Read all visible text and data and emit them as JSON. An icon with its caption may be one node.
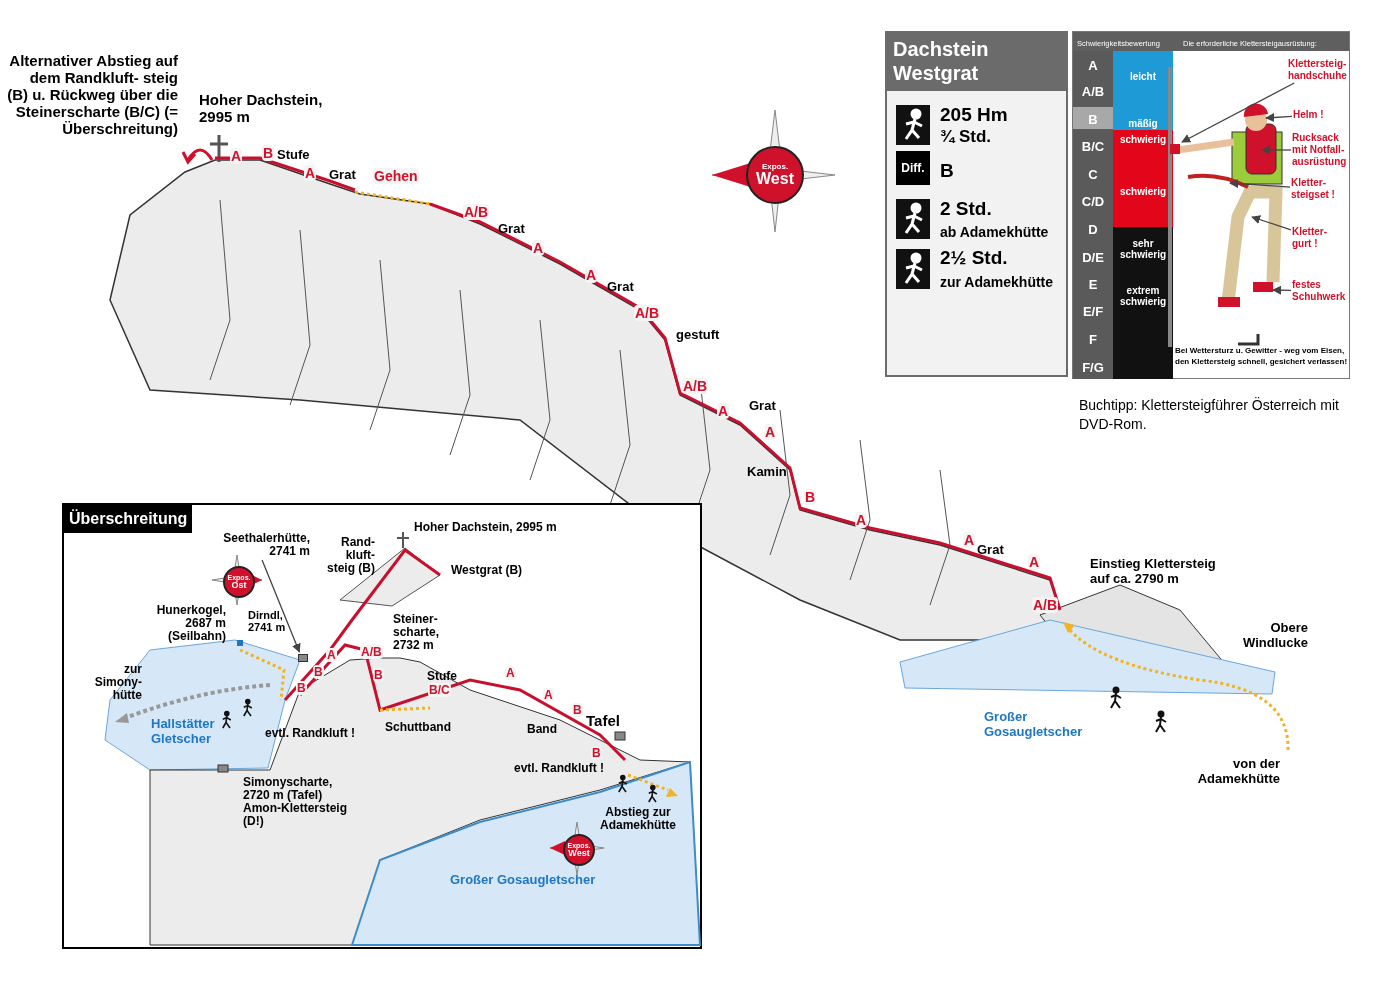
{
  "diagram": {
    "nodes": [
      {
        "text": [
          "Dachstein Westgrat",
          "205 Hm",
          "¾ Std.",
          "Diff.",
          "B",
          "2 Std.",
          "ab Adamekhütte",
          "2½ Std.",
          "zur Adamekhütte"
        ]
      },
      {
        "text": [
          "Schwierigkeitsbewertung",
          "Die erforderliche Klettersteigausrüstung:",
          "A",
          "A/B",
          "B",
          "B/C",
          "C",
          "C/D",
          "D",
          "D/E",
          "E",
          "E/F",
          "F",
          "F/G",
          "leicht",
          "mäßig",
          "schwierig",
          "schwierig",
          "sehr schwierig",
          "extrem schwierig",
          "Bei Wettersturz u. Gewitter - weg vom Eisen, den Klettersteig schnell, gesichert verlassen!"
        ]
      },
      {
        "text": [
          "Klettersteig- handschuhe"
        ],
        "in": 1
      },
      {
        "text": [
          "Helm !"
        ],
        "in": 1
      },
      {
        "text": [
          "Rucksack mit Notfall- ausrüstung"
        ],
        "in": 1
      },
      {
        "text": [
          "Kletter- steigset !"
        ],
        "in": 1
      },
      {
        "text": [
          "Kletter- gurt !"
        ],
        "in": 1
      },
      {
        "text": [
          "festes Schuhwerk"
        ],
        "in": 1
      },
      {
        "text": [
          "Expos.",
          "West"
        ]
      },
      {
        "text": [
          "Überschreitung"
        ]
      },
      {
        "text": [
          "Expos.",
          "Ost"
        ],
        "in": 9
      },
      {
        "text": [
          "Expos.",
          "West"
        ],
        "in": 9
      },
      {
        "text": [
          "Seethalerhütte, 2741 m"
        ],
        "in": 9
      },
      {
        "text": [],
        "shape": "box",
        "in": 9
      }
    ],
    "edges": [
      {
        "from": 2,
        "to": null,
        "arrow": "to"
      },
      {
        "from": 3,
        "to": null,
        "arrow": "to"
      },
      {
        "from": 4,
        "to": null,
        "arrow": "to"
      },
      {
        "from": 5,
        "to": null,
        "arrow": "to"
      },
      {
        "from": 6,
        "to": null,
        "arrow": "to"
      },
      {
        "from": 7,
        "to": null,
        "arrow": "to"
      },
      {
        "from": 12,
        "to": 13,
        "arrow": "to"
      }
    ],
    "labels": [
      "Alternativer Abstieg auf dem Randkluft- steig (B) u. Rückweg über die Steinerscharte (B/C) (= Überschreitung)",
      "Hoher Dachstein, 2995 m",
      "A",
      "B",
      "Stufe",
      "A",
      "Grat",
      "Gehen",
      "A/B",
      "Grat",
      "A",
      "A",
      "Grat",
      "A/B",
      "gestuft",
      "A/B",
      "A",
      "Grat",
      "A",
      "Kamin",
      "B",
      "A",
      "A",
      "Grat",
      "A",
      "A/B",
      "Einstieg Klettersteig auf ca. 2790 m",
      "Obere Windlucke",
      "Großer Gosaugletscher",
      "von der Adamekhütte",
      "Buchtipp: Klettersteigführer Österreich mit DVD-Rom.",
      "Rand- kluft- steig (B)",
      "Hoher Dachstein, 2995 m",
      "Westgrat (B)",
      "Hunerkogel, 2687 m (Seilbahn)",
      "Dirndl, 2741 m",
      "Steiner- scharte, 2732 m",
      "A",
      "A/B",
      "B",
      "B",
      "B",
      "Stufe",
      "B/C",
      "A",
      "A",
      "B",
      "Tafel",
      "Band",
      "B",
      "zur Simony- hütte",
      "Hallstätter Gletscher",
      "evtl. Randkluft !",
      "Schuttband",
      "evtl. Randkluft !",
      "Simonyscharte, 2720 m (Tafel) Amon-Klettersteig (D!)",
      "Abstieg zur Adamekhütte",
      "Großer Gosaugletscher"
    ]
  }
}
